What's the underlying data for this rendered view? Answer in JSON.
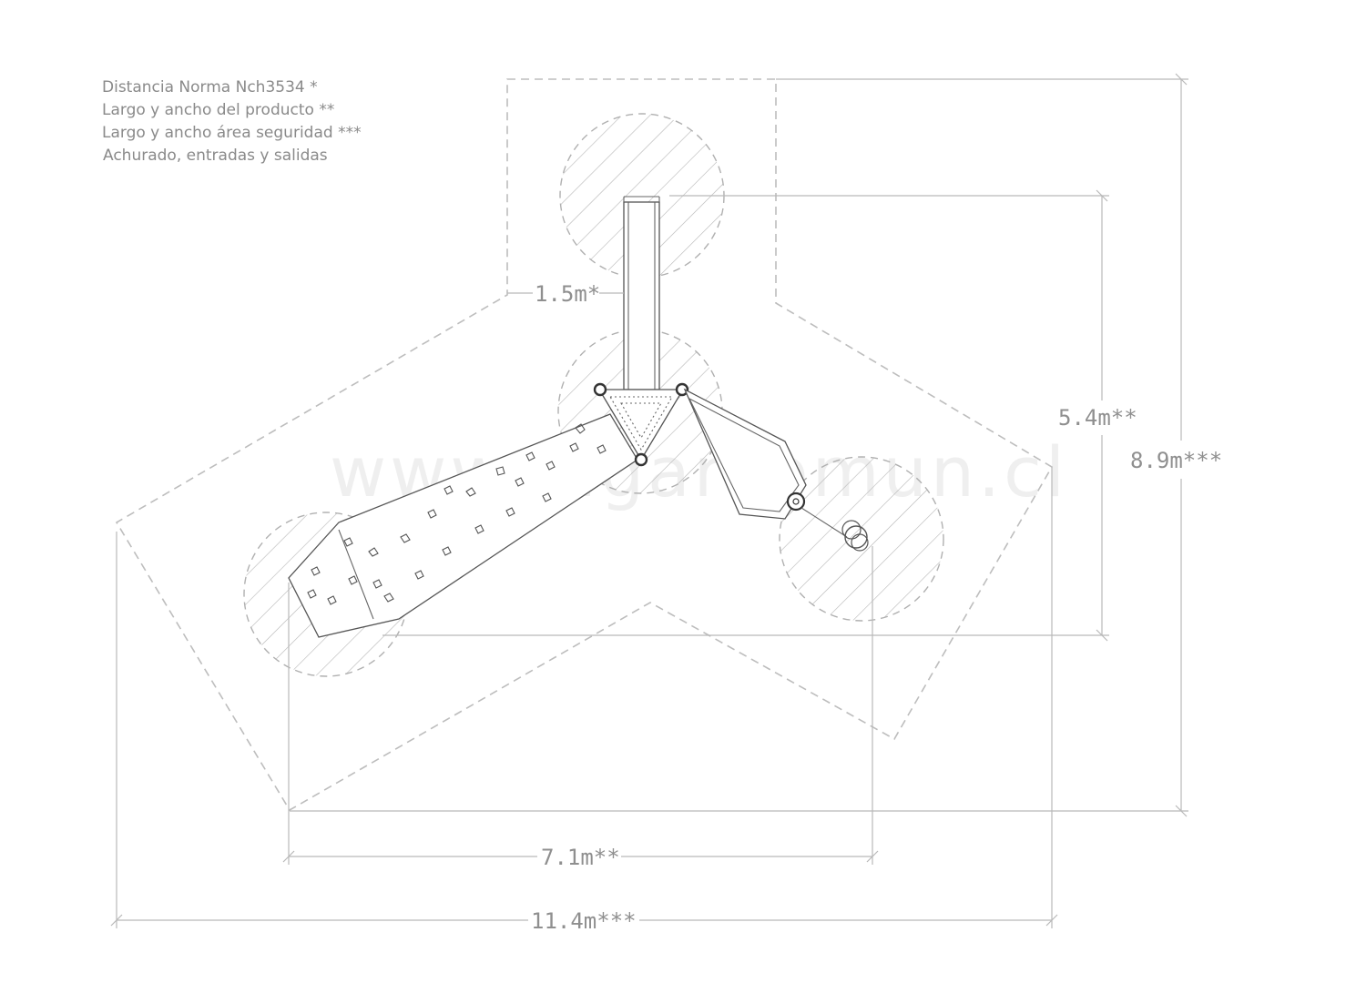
{
  "legend": {
    "line1": "Distancia Norma Nch3534 *",
    "line2": "Largo y ancho del producto **",
    "line3": "Largo y ancho área seguridad ***",
    "line4": "Achurado, entradas y salidas"
  },
  "watermark": "www.lugarcomun.cl",
  "dimensions": {
    "standard_distance": "1.5m*",
    "product_depth": "5.4m**",
    "safety_depth": "8.9m***",
    "product_width": "7.1m**",
    "safety_width": "11.4m***"
  },
  "colors": {
    "dashed_outline": "#bdbdbd",
    "dimension_line": "#b9b9b9",
    "dimension_text": "#8f8f8f",
    "legend_text": "#8a8a8a",
    "drawing": "#555555"
  }
}
